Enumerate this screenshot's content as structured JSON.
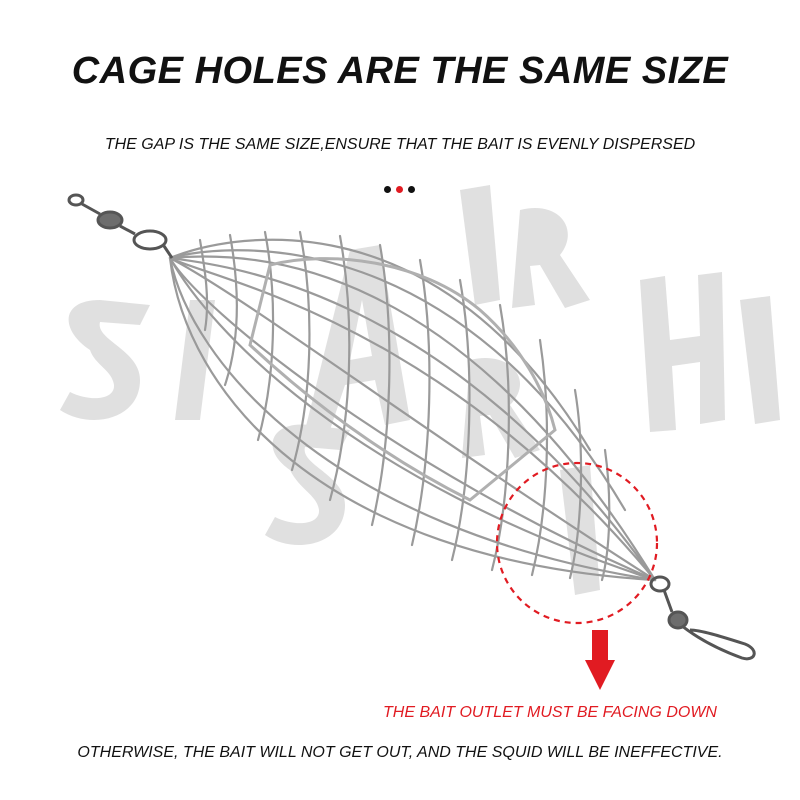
{
  "heading": "CAGE HOLES ARE THE SAME SIZE",
  "subheading": "THE GAP IS THE SAME SIZE,ENSURE THAT THE BAIT IS EVENLY DISPERSED",
  "callout": "THE BAIT OUTLET MUST BE FACING DOWN",
  "footer_note": "OTHERWISE, THE BAIT WILL NOT GET OUT, AND THE SQUID WILL BE INEFFECTIVE.",
  "watermark": "SHARK",
  "dot_colors": [
    "#111111",
    "#e11b22",
    "#111111"
  ],
  "accent_color": "#e11b22",
  "icons": [
    "swivel-icon",
    "snap-clip-icon",
    "down-arrow-icon"
  ]
}
